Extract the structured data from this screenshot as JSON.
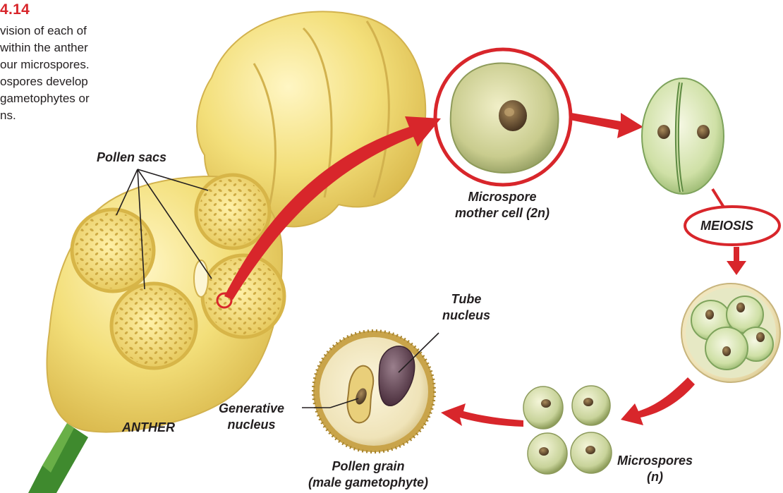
{
  "figure": {
    "number": "4.14",
    "caption_lines": [
      "vision of each of",
      "within the anther",
      "our microspores.",
      "ospores develop",
      "gametophytes or",
      "ns."
    ]
  },
  "labels": {
    "pollen_sacs": "Pollen sacs",
    "anther": "ANTHER",
    "microspore_mother_cell": [
      "Microspore",
      "mother cell (2n)"
    ],
    "meiosis": "MEIOSIS",
    "microspores": [
      "Microspores",
      "(n)"
    ],
    "tube_nucleus": [
      "Tube",
      "nucleus"
    ],
    "generative_nucleus": [
      "Generative",
      "nucleus"
    ],
    "pollen_grain": [
      "Pollen grain",
      "(male gametophyte)"
    ]
  },
  "colors": {
    "accent_red": "#d8262b",
    "anther_yellow": "#f3df7a",
    "cell_green": "#c9d9a4",
    "pollen_wall": "#c9a44a",
    "stalk_green": "#3f8a2e"
  }
}
